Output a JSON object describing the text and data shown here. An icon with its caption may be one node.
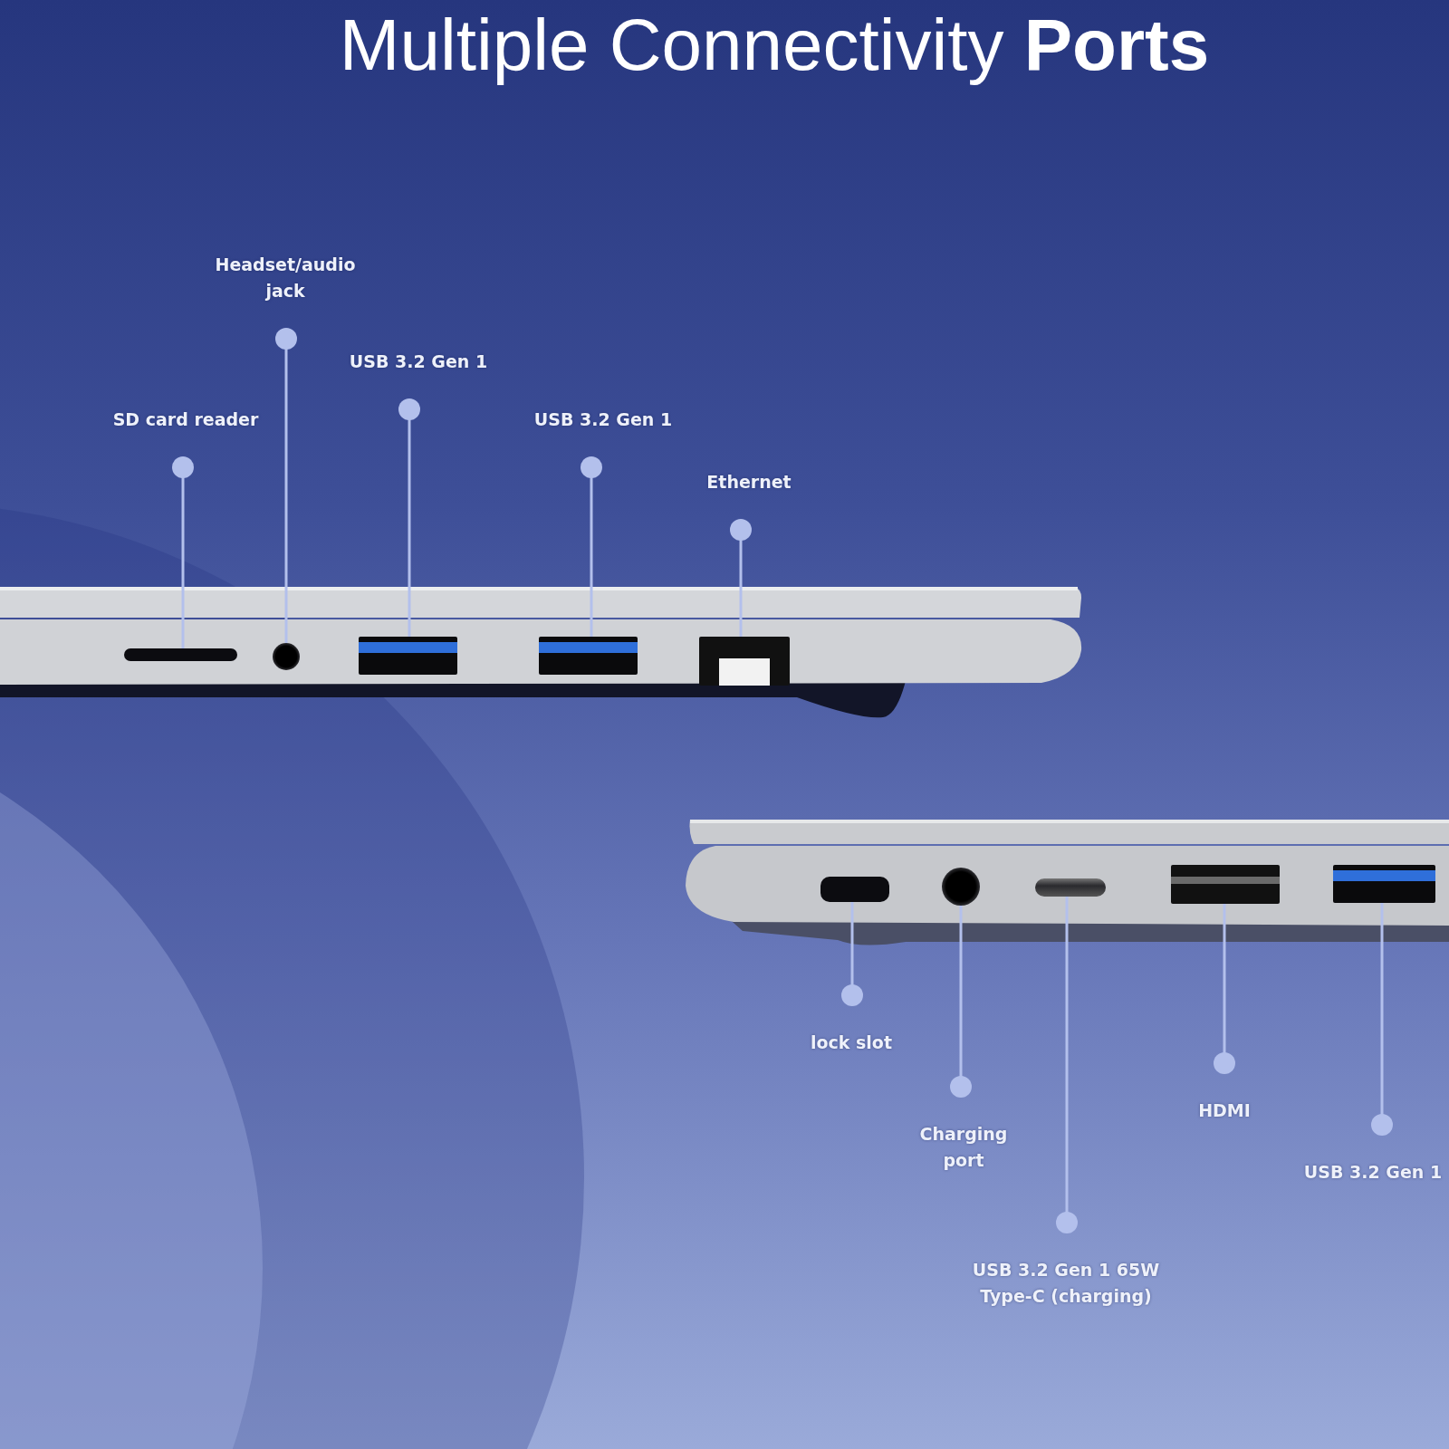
{
  "diagram": {
    "title": "Multiple Connectivity **Ports**",
    "nodes": [
      {
        "text": [
          "SD card reader"
        ]
      },
      {
        "text": [
          "Headset/audio jack"
        ]
      },
      {
        "text": [
          "USB 3.2 Gen 1"
        ]
      },
      {
        "text": [
          "USB 3.2 Gen 1"
        ]
      },
      {
        "text": [
          "Ethernet"
        ]
      },
      {
        "text": [
          "lock slot"
        ]
      },
      {
        "text": [
          "Charging port"
        ]
      },
      {
        "text": [
          "USB 3.2 Gen 1 65W Type-C (charging)"
        ]
      },
      {
        "text": [
          "HDMI"
        ]
      },
      {
        "text": [
          "USB 3.2 Gen 1"
        ]
      },
      {
        "text": [],
        "shape": "bar"
      },
      {
        "text": [],
        "shape": "circle"
      },
      {
        "text": [],
        "shape": "box"
      },
      {
        "text": [],
        "shape": "box"
      },
      {
        "text": [],
        "shape": "box"
      },
      {
        "text": [],
        "shape": "bar"
      },
      {
        "text": [],
        "shape": "circle"
      },
      {
        "text": [],
        "shape": "bar"
      },
      {
        "text": [],
        "shape": "box"
      },
      {
        "text": [],
        "shape": "box"
      }
    ],
    "edges": [
      {
        "from": 0,
        "to": 10,
        "arrow": "other"
      },
      {
        "from": 1,
        "to": 11,
        "arrow": "other"
      },
      {
        "from": 2,
        "to": 12,
        "arrow": "other"
      },
      {
        "from": 3,
        "to": 13,
        "arrow": "other"
      },
      {
        "from": 4,
        "to": 14,
        "arrow": "other"
      },
      {
        "from": 5,
        "to": 15,
        "arrow": "other"
      },
      {
        "from": 6,
        "to": 16,
        "arrow": "other"
      },
      {
        "from": 7,
        "to": 17,
        "arrow": "other"
      },
      {
        "from": 8,
        "to": 18,
        "arrow": "other"
      },
      {
        "from": 9,
        "to": 19,
        "arrow": "other"
      }
    ]
  }
}
